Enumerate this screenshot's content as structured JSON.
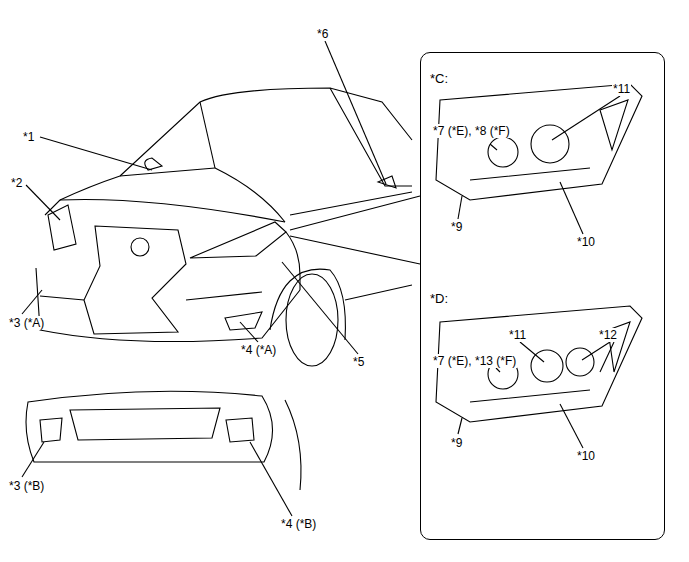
{
  "diagram": {
    "nodes": [
      {
        "text": [
          "*C:",
          "*D:"
        ]
      }
    ],
    "labels": [
      "*1",
      "*2",
      "*3 (*A)",
      "*4 (*A)",
      "*5",
      "*6",
      "*3 (*B)",
      "*4 (*B)",
      "*7 (*E), *8 (*F)",
      "*11",
      "*9",
      "*10",
      "*7 (*E), *13 (*F)",
      "*11",
      "*12",
      "*9",
      "*10"
    ]
  }
}
